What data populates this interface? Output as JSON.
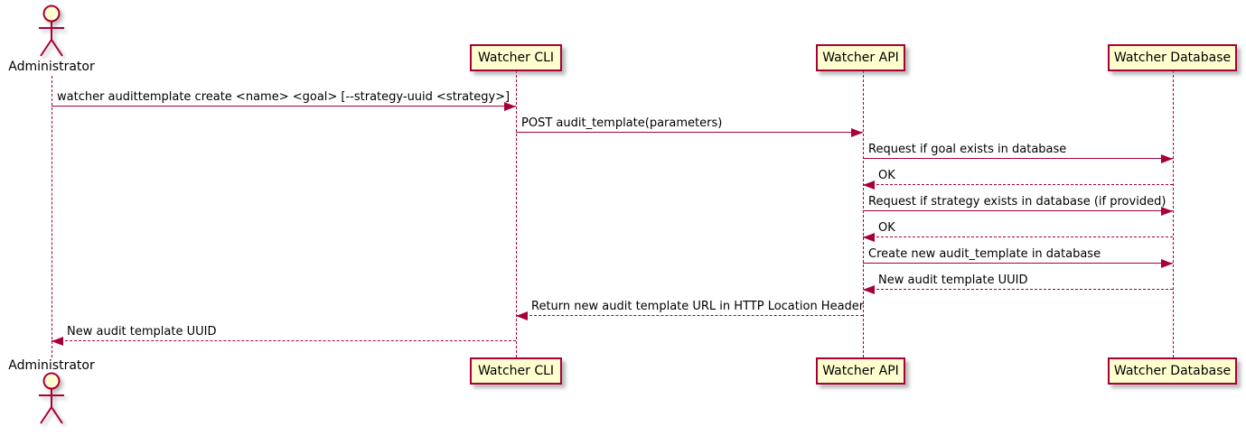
{
  "diagram": {
    "type": "sequence",
    "actor": {
      "label": "Administrator"
    },
    "participants": [
      {
        "id": "cli",
        "label": "Watcher CLI"
      },
      {
        "id": "api",
        "label": "Watcher API"
      },
      {
        "id": "db",
        "label": "Watcher Database"
      }
    ],
    "messages": [
      {
        "from": "Administrator",
        "to": "Watcher CLI",
        "style": "solid",
        "text": "watcher audittemplate create <name> <goal> [--strategy-uuid <strategy>]"
      },
      {
        "from": "Watcher CLI",
        "to": "Watcher API",
        "style": "solid",
        "text": "POST audit_template(parameters)"
      },
      {
        "from": "Watcher API",
        "to": "Watcher Database",
        "style": "solid",
        "text": "Request if goal exists in database"
      },
      {
        "from": "Watcher Database",
        "to": "Watcher API",
        "style": "dashed",
        "text": "OK"
      },
      {
        "from": "Watcher API",
        "to": "Watcher Database",
        "style": "solid",
        "text": "Request if strategy exists in database (if provided)"
      },
      {
        "from": "Watcher Database",
        "to": "Watcher API",
        "style": "dashed",
        "text": "OK"
      },
      {
        "from": "Watcher API",
        "to": "Watcher Database",
        "style": "solid",
        "text": "Create new audit_template in database"
      },
      {
        "from": "Watcher Database",
        "to": "Watcher API",
        "style": "dashed",
        "text": "New audit template UUID"
      },
      {
        "from": "Watcher API",
        "to": "Watcher CLI",
        "style": "dashed",
        "text": "Return new audit template URL in HTTP Location Header"
      },
      {
        "from": "Watcher CLI",
        "to": "Administrator",
        "style": "dashed",
        "text": "New audit template UUID"
      }
    ],
    "colors": {
      "participant_fill": "#FEFECE",
      "stroke": "#A80036",
      "text": "#000000",
      "background": "#FFFFFF"
    }
  }
}
